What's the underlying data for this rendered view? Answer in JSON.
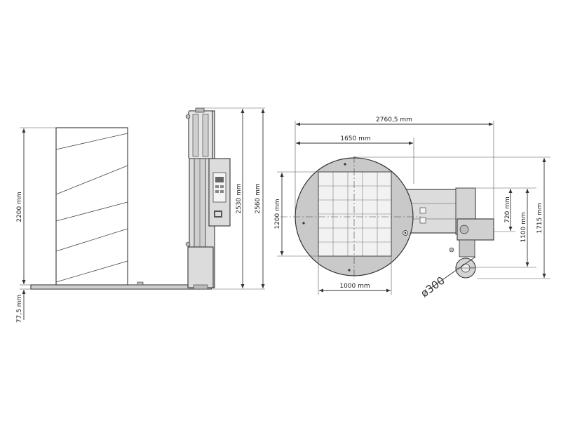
{
  "side_view": {
    "dim_load_height": "2200 mm",
    "dim_base_height": "77,5 mm",
    "dim_mast_height": "2530 mm",
    "dim_total_height": "2560 mm"
  },
  "top_view": {
    "dim_total_length": "2760,5 mm",
    "dim_turntable_span": "1650 mm",
    "dim_pallet_depth": "1200 mm",
    "dim_pallet_width": "1000 mm",
    "dim_arm_width": "720 mm",
    "dim_arm_depth": "1100 mm",
    "dim_total_depth": "1715 mm",
    "dim_roll_diameter": "ø300"
  },
  "colors": {
    "machine_fill": "#dcdcdc",
    "turntable_fill": "#c9c9c9",
    "pallet_fill": "#f1f1f1",
    "line": "#333333"
  }
}
